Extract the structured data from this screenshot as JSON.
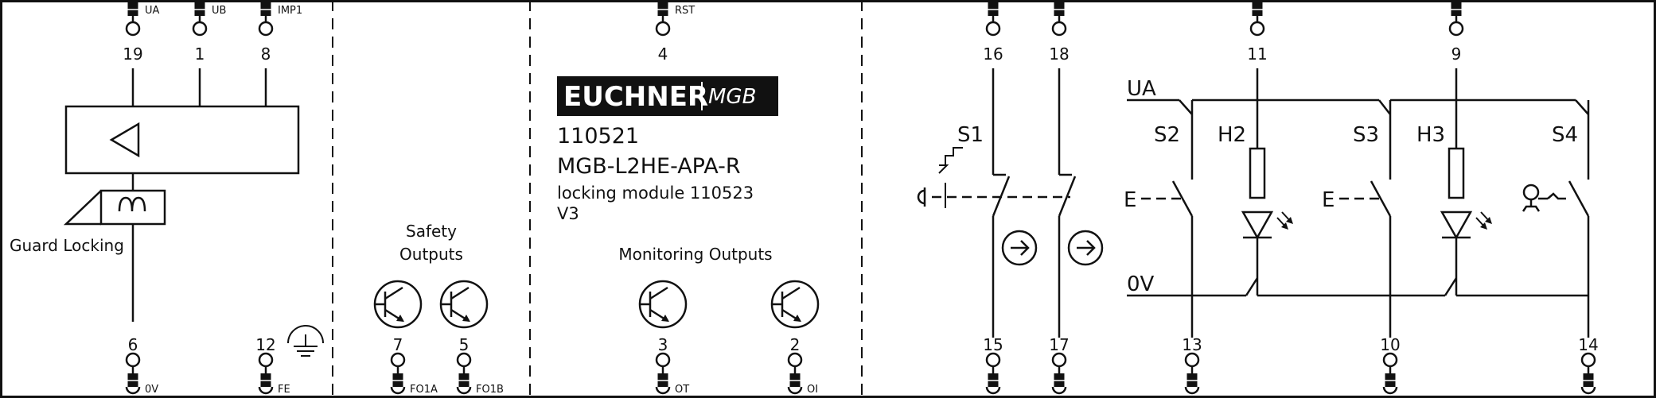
{
  "brand": {
    "name": "EUCHNER",
    "product": "MGB"
  },
  "module": {
    "order_no": "110521",
    "type": "MGB-L2HE-APA-R",
    "description": "locking module 110523",
    "version": "V3"
  },
  "labels": {
    "guard_locking": "Guard Locking",
    "safety_outputs_1": "Safety",
    "safety_outputs_2": "Outputs",
    "monitoring_outputs": "Monitoring Outputs",
    "ua": "UA",
    "zero_v": "0V",
    "e_s2": "E",
    "e_s3": "E"
  },
  "switches": {
    "s1": "S1",
    "s2": "S2",
    "s3": "S3",
    "s4": "S4",
    "h2": "H2",
    "h3": "H3"
  },
  "top_pins": [
    {
      "num": "19",
      "label": "UA"
    },
    {
      "num": "1",
      "label": "UB"
    },
    {
      "num": "8",
      "label": "IMP1"
    },
    {
      "num": "4",
      "label": "RST"
    },
    {
      "num": "16",
      "label": ""
    },
    {
      "num": "18",
      "label": ""
    },
    {
      "num": "11",
      "label": ""
    },
    {
      "num": "9",
      "label": ""
    }
  ],
  "bottom_pins": [
    {
      "num": "6",
      "label": "0V"
    },
    {
      "num": "12",
      "label": "FE"
    },
    {
      "num": "7",
      "label": "FO1A"
    },
    {
      "num": "5",
      "label": "FO1B"
    },
    {
      "num": "3",
      "label": "OT"
    },
    {
      "num": "2",
      "label": "OI"
    },
    {
      "num": "15",
      "label": ""
    },
    {
      "num": "17",
      "label": ""
    },
    {
      "num": "13",
      "label": ""
    },
    {
      "num": "10",
      "label": ""
    },
    {
      "num": "14",
      "label": ""
    }
  ]
}
